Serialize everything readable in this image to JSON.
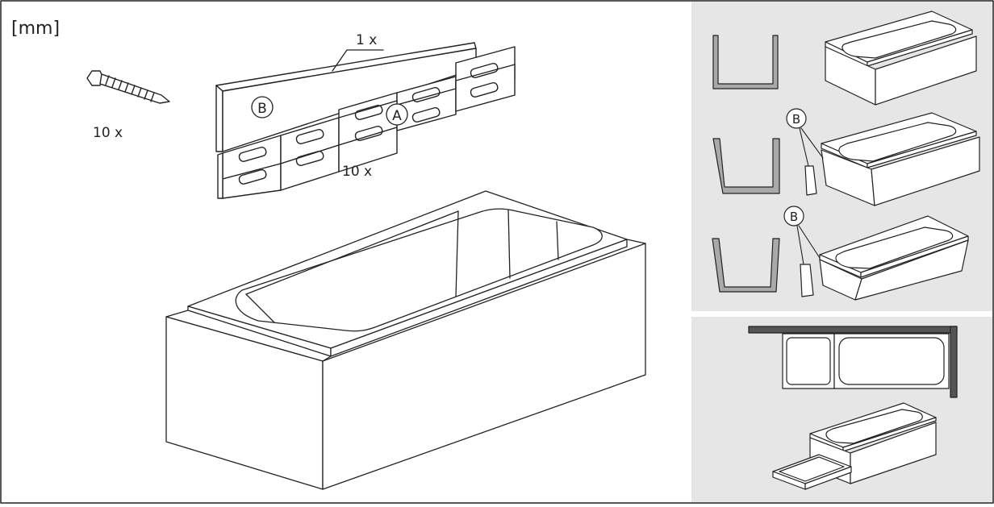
{
  "unit_label": "[mm]",
  "screw_quantity": "10 x",
  "panel_b_quantity": "1 x",
  "panel_a_quantity": "10 x",
  "callout_a": "A",
  "callout_b": "B",
  "colors": {
    "line": "#222222",
    "panel_bg": "#e6e6e6",
    "profile_fill": "#a9a9a9",
    "wall": "#555555"
  }
}
